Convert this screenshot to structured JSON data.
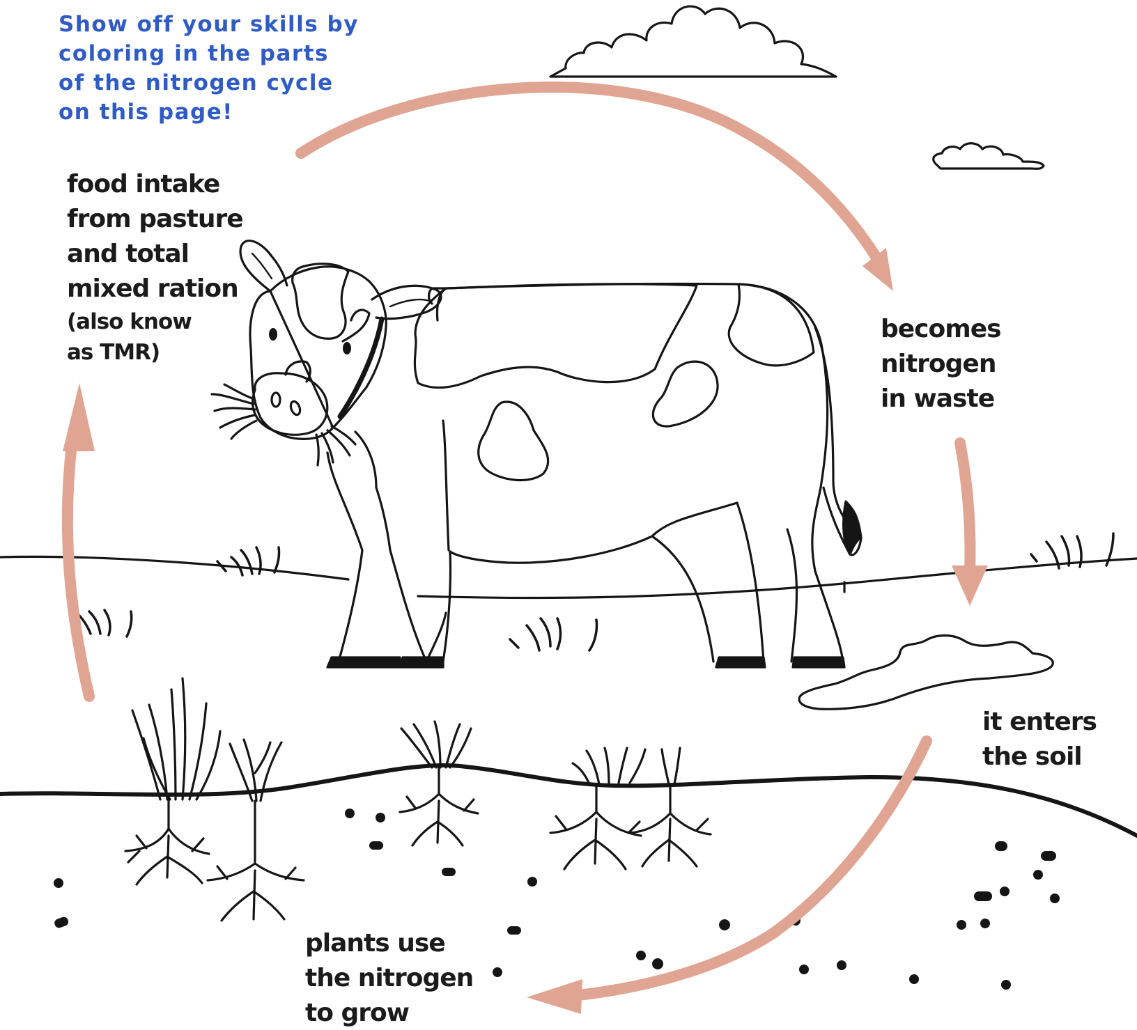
{
  "intro": {
    "lines": [
      "Show off your skills by",
      "coloring in the parts",
      "of the nitrogen cycle",
      "on this page!"
    ]
  },
  "steps": {
    "food": {
      "lines": [
        "food intake",
        "from pasture",
        "and total",
        "mixed ration"
      ],
      "note_lines": [
        "(also know",
        "as TMR)"
      ]
    },
    "waste": {
      "lines": [
        "becomes",
        "nitrogen",
        "in waste"
      ]
    },
    "soil": {
      "lines": [
        "it enters",
        "the soil"
      ]
    },
    "grow": {
      "lines": [
        "plants use",
        "the nitrogen",
        "to grow"
      ]
    }
  },
  "colors": {
    "intro_text": "#2f5bc4",
    "label_text": "#1b1b1b",
    "arrow": "#e0a493",
    "ink": "#151515"
  }
}
